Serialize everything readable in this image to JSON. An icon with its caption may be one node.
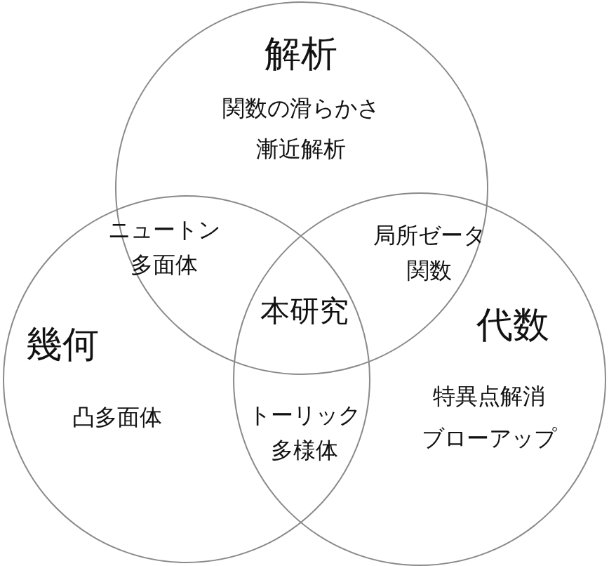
{
  "diagram": {
    "nodes": [
      {
        "text": [
          "解析",
          "関数の滑らかさ",
          "漸近解析"
        ]
      },
      {
        "text": [
          "幾何",
          "凸多面体"
        ]
      },
      {
        "text": [
          "代数",
          "特異点解消",
          "ブローアップ"
        ]
      }
    ],
    "labels": [
      "ニュートン多面体",
      "局所ゼータ関数",
      "本研究",
      "トーリック多様体"
    ]
  }
}
